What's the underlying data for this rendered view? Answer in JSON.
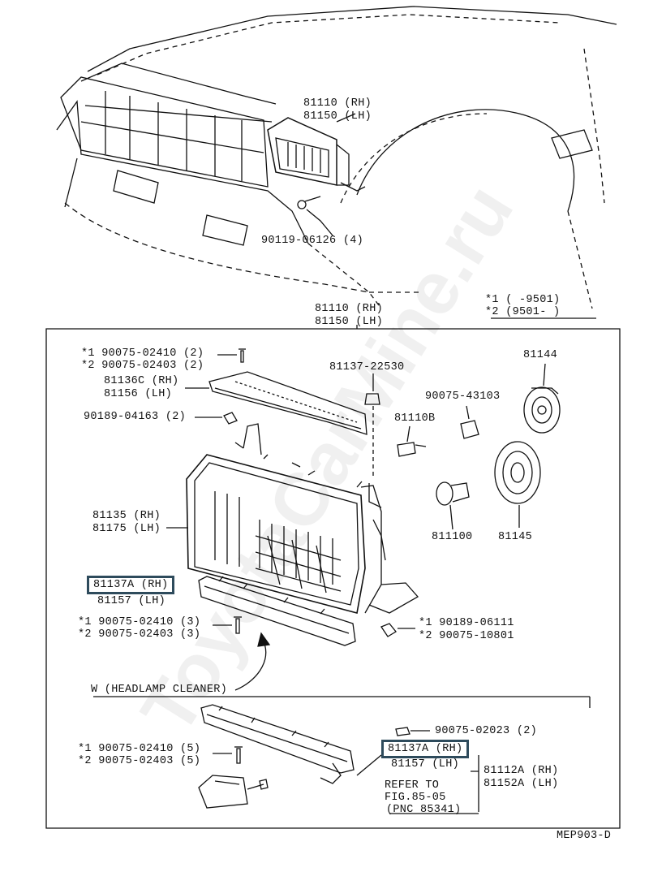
{
  "diagram_code": "MEP903-D",
  "watermark": "ToyotaCarMine.ru",
  "legend": {
    "l1": "*1 (    -9501)",
    "l2": "*2 (9501-    )"
  },
  "top_callouts": {
    "assy_top": [
      "81110 (RH)",
      "81150 (LH)"
    ],
    "screw_top": "90119-06126 (4)"
  },
  "assembly_header": [
    "81110 (RH)",
    "81150 (LH)"
  ],
  "parts": {
    "screw_upper": [
      "*1  90075-02410 (2)",
      "*2  90075-02403 (2)"
    ],
    "bracket_upper": [
      "81136C (RH)",
      "81156  (LH)"
    ],
    "nut_upper": "90189-04163 (2)",
    "clip": "81137-22530",
    "bulb_holder": "90075-43103",
    "cap": "81144",
    "socket": "81110B",
    "lens": [
      "81135 (RH)",
      "81175 (LH)"
    ],
    "bulb": "811100",
    "reflector_cap": "81145",
    "highlight_main": "81137A (RH)",
    "highlight_main_under": "81157  (LH)",
    "screw_lower": [
      "*1  90075-02410 (3)",
      "*2  90075-02403 (3)"
    ],
    "nut_lower": [
      "*1  90189-06111",
      "*2  90075-10801"
    ],
    "w_header": "W (HEADLAMP CLEANER)",
    "screw_cleaner": "90075-02023 (2)",
    "screw_cleaner_left": [
      "*1  90075-02410 (5)",
      "*2  90075-02403 (5)"
    ],
    "highlight_cleaner": "81137A (RH)",
    "highlight_cleaner_under": "81157  (LH)",
    "cleaner_bracket": [
      "81112A (RH)",
      "81152A (LH)"
    ],
    "refer": [
      "REFER TO",
      "FIG.85-05",
      "(PNC 85341)"
    ]
  },
  "colors": {
    "ink": "#111111",
    "highlight_border": "#2e4b5c"
  }
}
